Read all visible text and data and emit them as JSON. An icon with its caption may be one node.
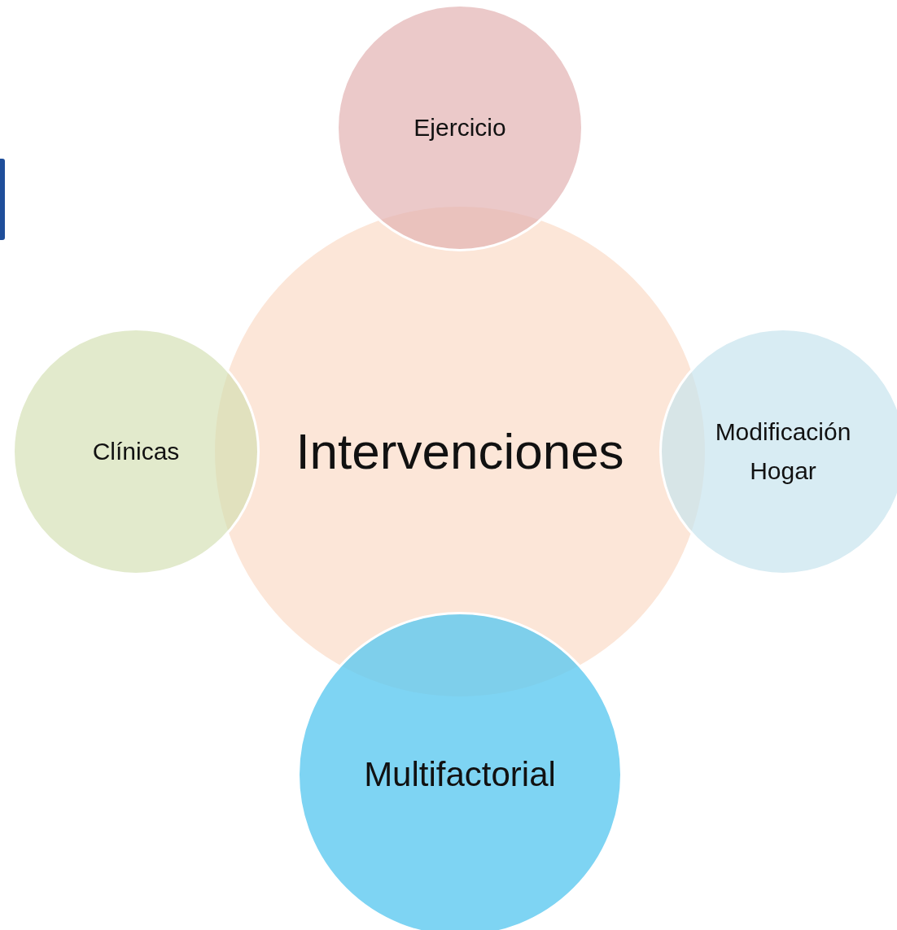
{
  "diagram": {
    "nodes": [
      {
        "text": [
          "Ejercicio"
        ]
      },
      {
        "text": [
          "Clínicas"
        ]
      },
      {
        "text": [
          "Intervenciones"
        ]
      },
      {
        "text": [
          "Modificación Hogar"
        ]
      },
      {
        "text": [
          "Multifactorial"
        ]
      }
    ]
  }
}
